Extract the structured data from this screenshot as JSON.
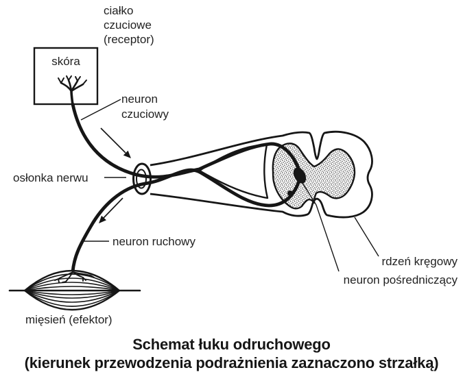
{
  "colors": {
    "ink": "#161616",
    "label": "#222222",
    "stipple": "#4a4a4a",
    "background": "#ffffff"
  },
  "labels": {
    "receptor": "ciałko\nczuciowe\n(receptor)",
    "skin": "skóra",
    "sensory_neuron": "neuron\nczuciowy",
    "nerve_sheath": "osłonka nerwu",
    "motor_neuron": "neuron ruchowy",
    "muscle": "mięsień (efektor)",
    "spinal_cord": "rdzeń kręgowy",
    "interneuron": "neuron pośredniczący"
  },
  "caption": {
    "title": "Schemat łuku odruchowego",
    "subtitle": "(kierunek przewodzenia podrażnienia zaznaczono strzałką)"
  }
}
